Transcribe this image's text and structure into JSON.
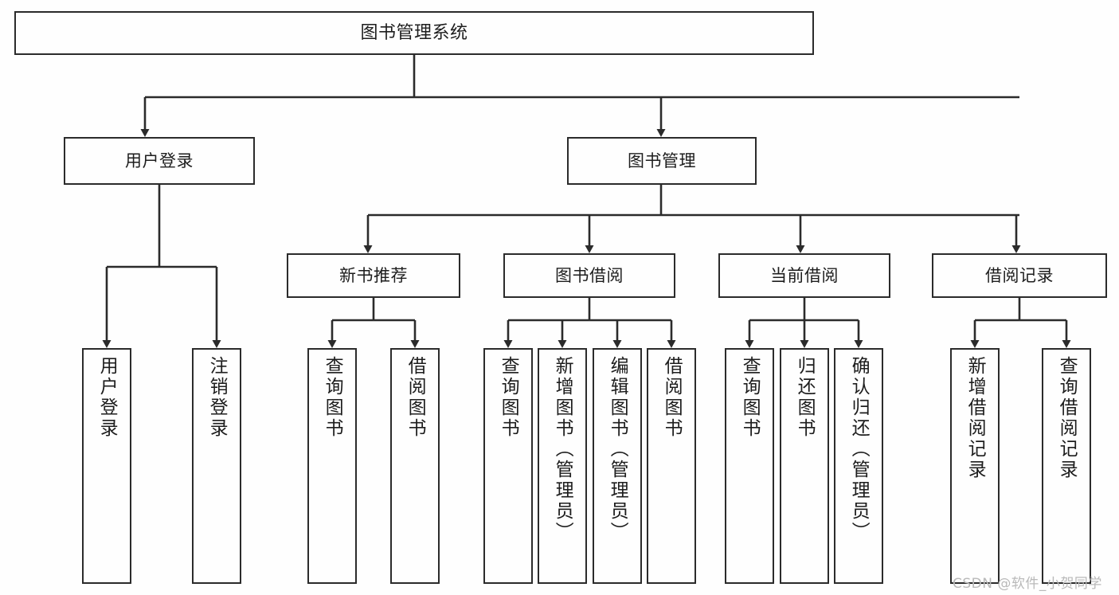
{
  "diagram": {
    "type": "tree",
    "title": "图书管理系统",
    "orientation": "top-down",
    "colors": {
      "background": "#fefefe",
      "border": "#2b2b2b",
      "edge": "#2b2b2b",
      "text": "#1d1d1d",
      "watermark": "#b9b9b9"
    },
    "levels": 4
  },
  "root": {
    "label": "图书管理系统"
  },
  "level2": [
    {
      "label": "用户登录"
    },
    {
      "label": "图书管理"
    }
  ],
  "level3": [
    {
      "label": "新书推荐"
    },
    {
      "label": "图书借阅"
    },
    {
      "label": "当前借阅"
    },
    {
      "label": "借阅记录"
    }
  ],
  "leaves": {
    "user_login": [
      {
        "label": "用户登录"
      },
      {
        "label": "注销登录"
      }
    ],
    "new_book_recommend": [
      {
        "label": "查询图书"
      },
      {
        "label": "借阅图书"
      }
    ],
    "book_borrow": [
      {
        "label": "查询图书"
      },
      {
        "label": "新增图书（管理员）"
      },
      {
        "label": "编辑图书（管理员）"
      },
      {
        "label": "借阅图书"
      }
    ],
    "current_borrow": [
      {
        "label": "查询图书"
      },
      {
        "label": "归还图书"
      },
      {
        "label": "确认归还（管理员）"
      }
    ],
    "borrow_record": [
      {
        "label": "新增借阅记录"
      },
      {
        "label": "查询借阅记录"
      }
    ]
  },
  "watermark": {
    "text": "CSDN @软件_小贺同学"
  }
}
